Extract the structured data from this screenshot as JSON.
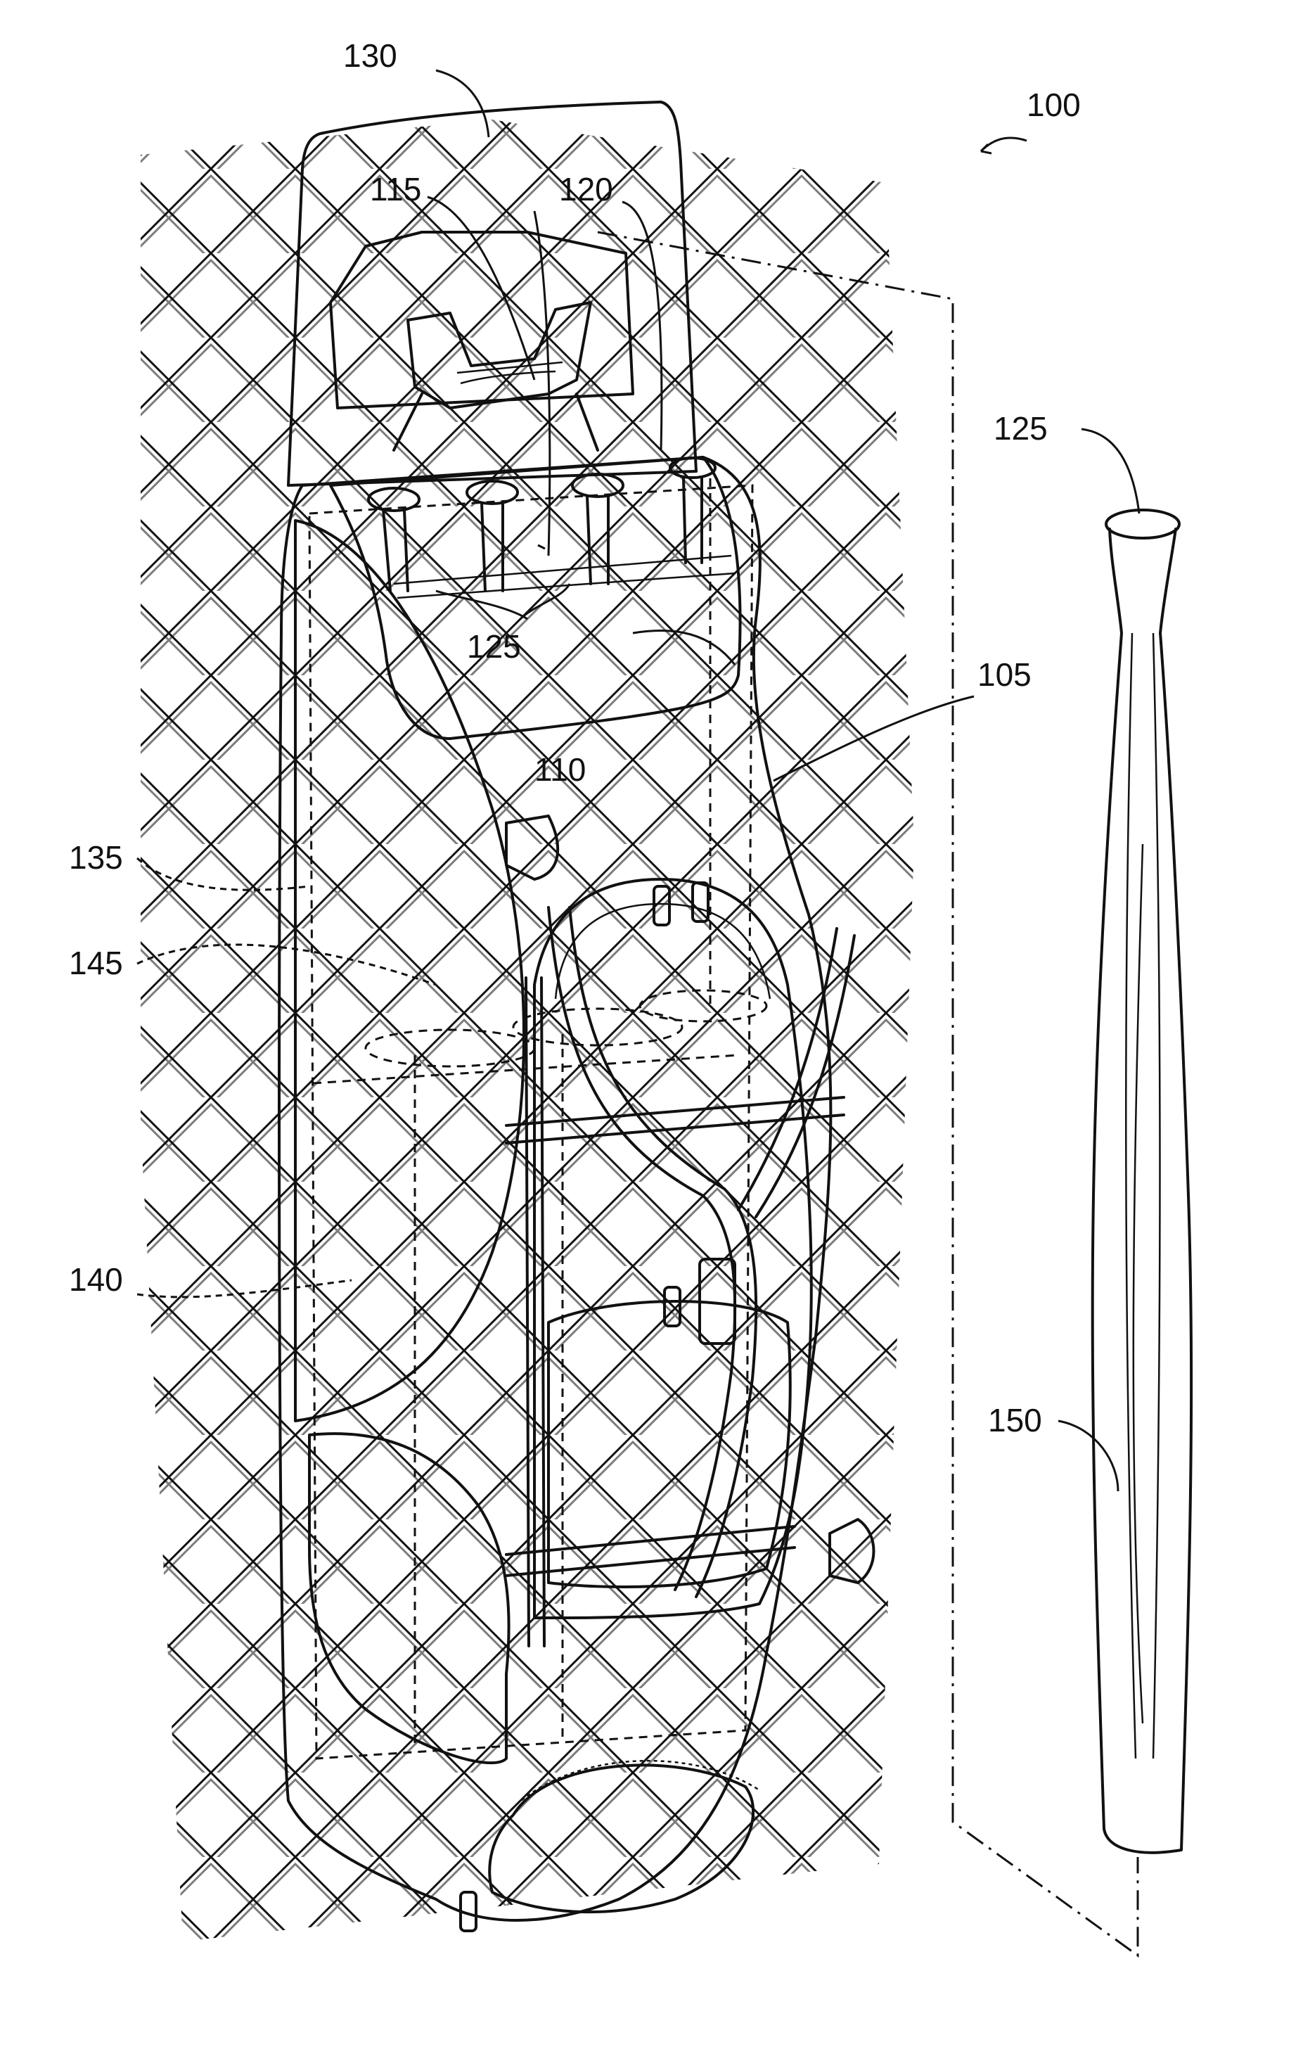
{
  "figure": {
    "labels": [
      {
        "id": "label-100",
        "text": "100"
      },
      {
        "id": "label-130",
        "text": "130"
      },
      {
        "id": "label-115",
        "text": "115"
      },
      {
        "id": "label-120",
        "text": "120"
      },
      {
        "id": "label-125-bat",
        "text": "125"
      },
      {
        "id": "label-125-bag",
        "text": "125"
      },
      {
        "id": "label-105",
        "text": "105"
      },
      {
        "id": "label-110",
        "text": "110"
      },
      {
        "id": "label-135",
        "text": "135"
      },
      {
        "id": "label-145",
        "text": "145"
      },
      {
        "id": "label-140",
        "text": "140"
      },
      {
        "id": "label-150",
        "text": "150"
      }
    ]
  }
}
